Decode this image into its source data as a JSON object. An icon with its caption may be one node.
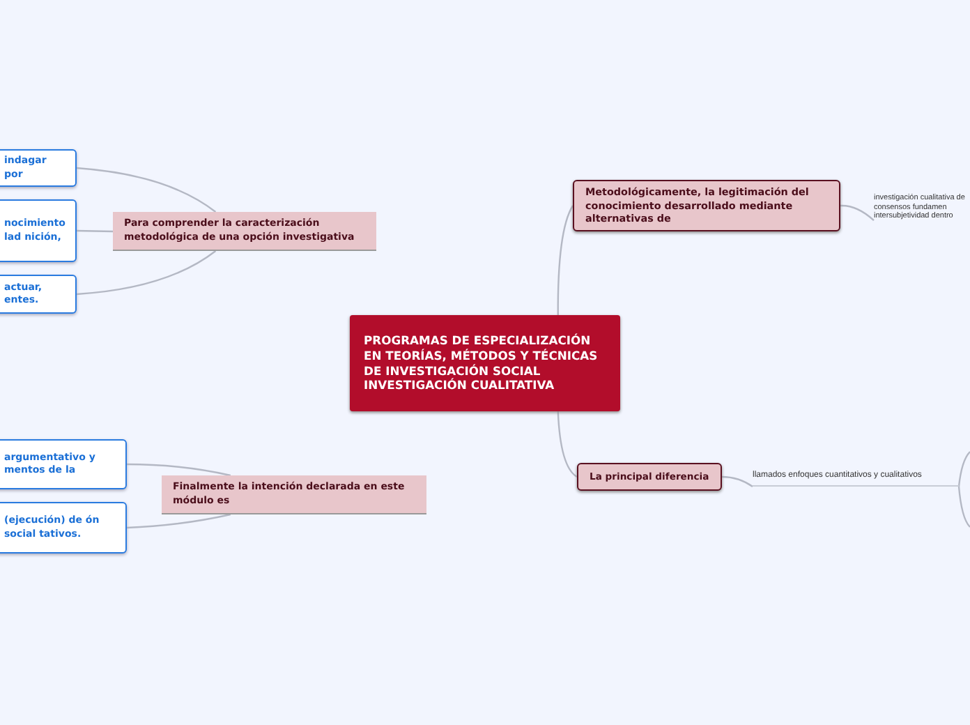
{
  "diagram": {
    "nodes": [
      {
        "text": [
          "PROGRAMAS DE ESPECIALIZACIÓN EN TEORÍAS, MÉTODOS Y TÉCNICAS DE INVESTIGACIÓN SOCIAL INVESTIGACIÓN CUALITATIVA"
        ]
      },
      {
        "text": [
          "Para comprender la caracterización metodológica de una opción investigativa"
        ]
      },
      {
        "text": [
          "indagar por"
        ]
      },
      {
        "text": [
          "nocimiento lad nición,"
        ]
      },
      {
        "text": [
          "actuar, entes."
        ]
      },
      {
        "text": [
          "Finalmente la intención declarada en este módulo es"
        ]
      },
      {
        "text": [
          "argumentativo y mentos de la"
        ]
      },
      {
        "text": [
          "(ejecución) de ón social tativos."
        ]
      },
      {
        "text": [
          "Metodológicamente, la legitimación del conocimiento desarrollado mediante alternativas de"
        ]
      },
      {
        "text": [
          "investigación cualitativa de consensos fundamen intersubjetividad dentro"
        ]
      },
      {
        "text": [
          "La principal diferencia"
        ]
      },
      {
        "text": [
          "llamados enfoques cuantitativos y cualitativos"
        ]
      }
    ],
    "edges": [
      {
        "from": 1,
        "to": 2,
        "arrow": "none"
      },
      {
        "from": 1,
        "to": 3,
        "arrow": "none"
      },
      {
        "from": 1,
        "to": 4,
        "arrow": "none"
      },
      {
        "from": 5,
        "to": 6,
        "arrow": "none"
      },
      {
        "from": 5,
        "to": 7,
        "arrow": "none"
      },
      {
        "from": 0,
        "to": 8,
        "arrow": "none"
      },
      {
        "from": 8,
        "to": 9,
        "arrow": "none"
      },
      {
        "from": 0,
        "to": 10,
        "arrow": "none"
      },
      {
        "from": 10,
        "to": 11,
        "arrow": "none"
      },
      {
        "from": 11,
        "to": null,
        "arrow": "none"
      },
      {
        "from": 11,
        "to": null,
        "arrow": "none"
      }
    ]
  }
}
